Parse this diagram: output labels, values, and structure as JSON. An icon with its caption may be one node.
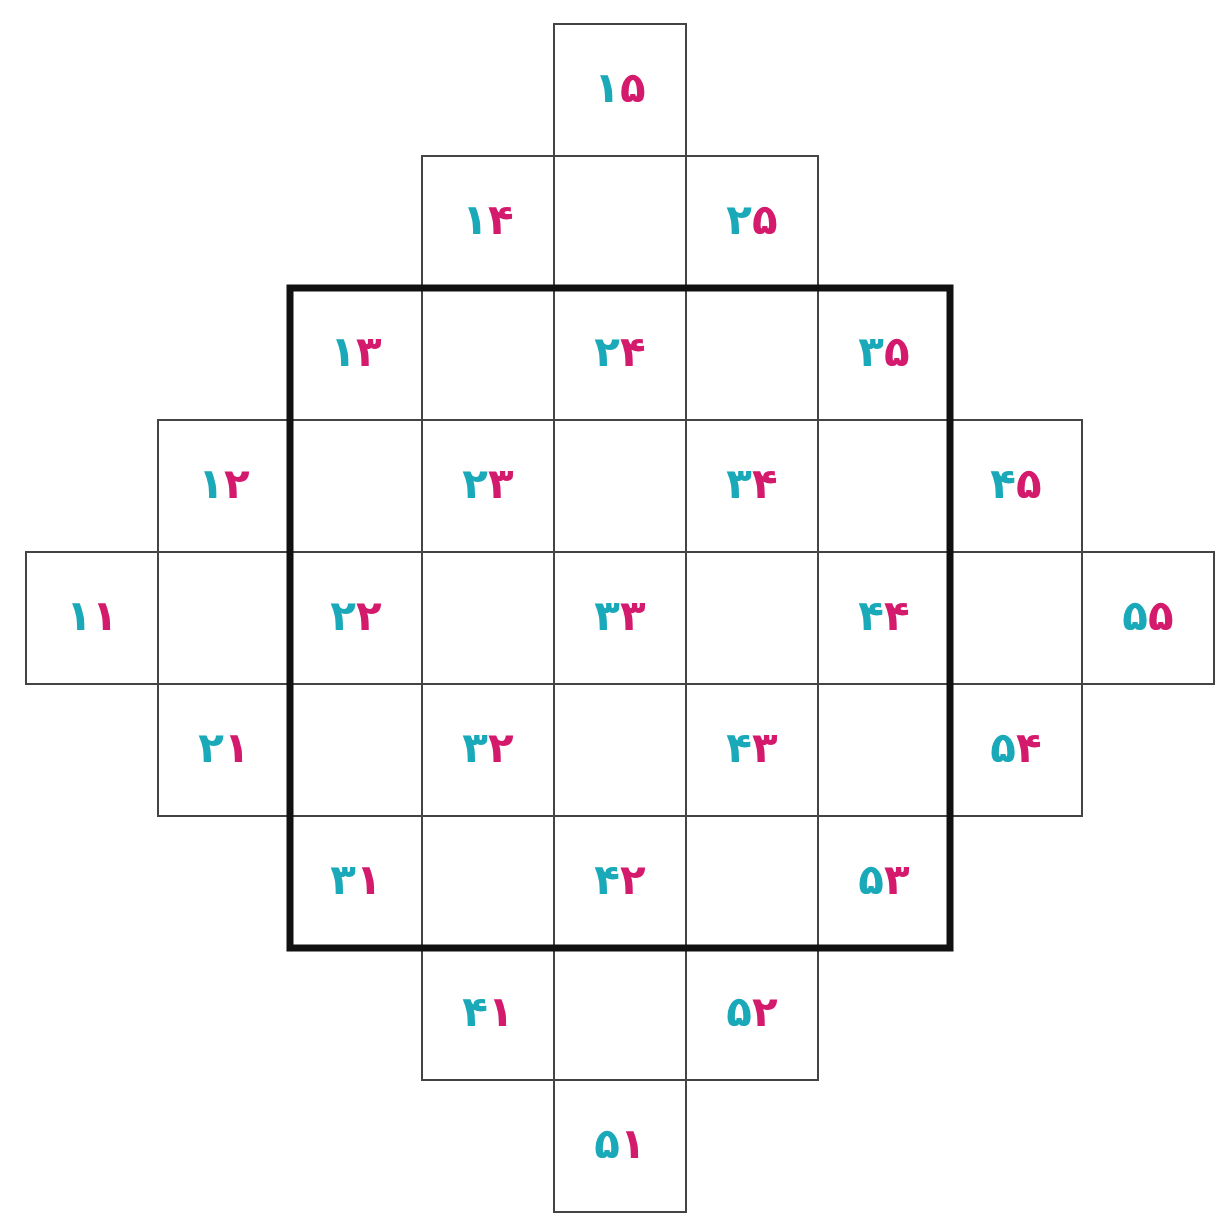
{
  "diagram": {
    "labels": [
      "۱۵",
      "۱۴",
      "۲۵",
      "۱۳",
      "۲۴",
      "۳۵",
      "۱۲",
      "۲۳",
      "۳۴",
      "۴۵",
      "۱۱",
      "۲۲",
      "۳۳",
      "۴۴",
      "۵۵",
      "۲۱",
      "۳۲",
      "۴۳",
      "۵۴",
      "۳۱",
      "۴۲",
      "۵۳",
      "۴۱",
      "۵۲",
      "۵۱"
    ]
  }
}
